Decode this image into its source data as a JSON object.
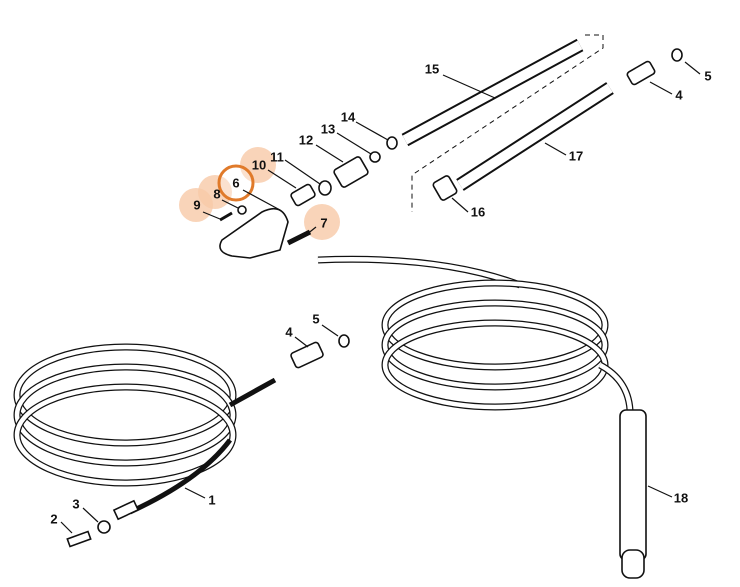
{
  "diagram": {
    "callouts": [
      "15",
      "5",
      "4",
      "14",
      "13",
      "12",
      "11",
      "10",
      "17",
      "6",
      "8",
      "9",
      "16",
      "7",
      "5",
      "4",
      "1",
      "18",
      "3",
      "2"
    ],
    "highlighted": [
      "10",
      "9",
      "8",
      "7"
    ],
    "selected": "6",
    "colors": {
      "highlight": "#f7c9a8",
      "selected_ring": "#e07a2a",
      "line": "#111111"
    }
  }
}
